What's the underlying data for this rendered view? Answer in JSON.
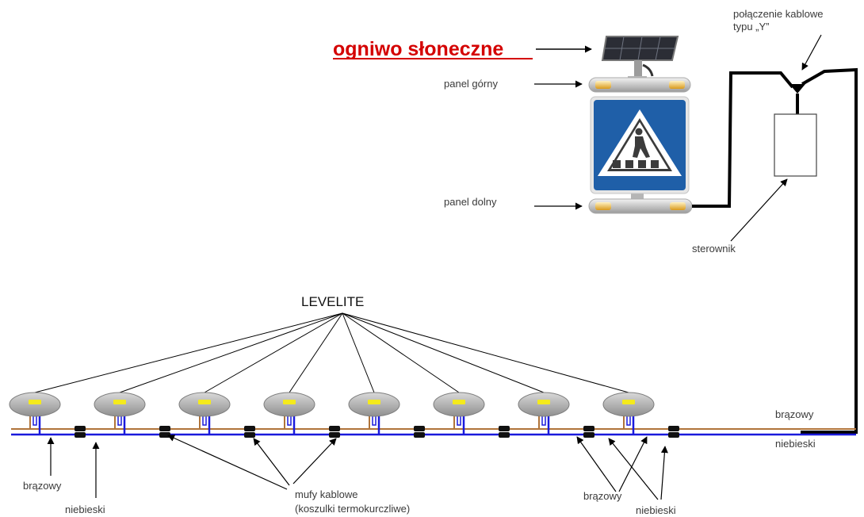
{
  "labels": {
    "solar": "ogniwo słoneczne",
    "panel_top": "panel górny",
    "panel_bottom": "panel dolny",
    "y_connection_line1": "połączenie kablowe",
    "y_connection_line2": "typu „Y”",
    "controller": "sterownik",
    "levelite": "LEVELITE",
    "brown_right": "brązowy",
    "blue_right": "niebieski",
    "brown_left": "brązowy",
    "blue_left": "niebieski",
    "sleeves_line1": "mufy kablowe",
    "sleeves_line2": "(koszulki termokurczliwe)",
    "brown_bottom_right": "brązowy",
    "blue_bottom_right": "niebieski"
  },
  "colors": {
    "accent_red": "#d40000",
    "wire_brown": "#b0743a",
    "wire_blue": "#1a1adc",
    "sign_blue": "#1f5fa8",
    "lamp_yellow": "#f4ea1c",
    "cable_black": "#000000"
  },
  "icons": {
    "solar_panel": "solar-panel-icon",
    "sign": "pedestrian-crossing-sign-icon",
    "lamp": "road-stud-lamp-icon",
    "sleeve": "cable-sleeve-icon",
    "controller": "controller-box-icon"
  }
}
